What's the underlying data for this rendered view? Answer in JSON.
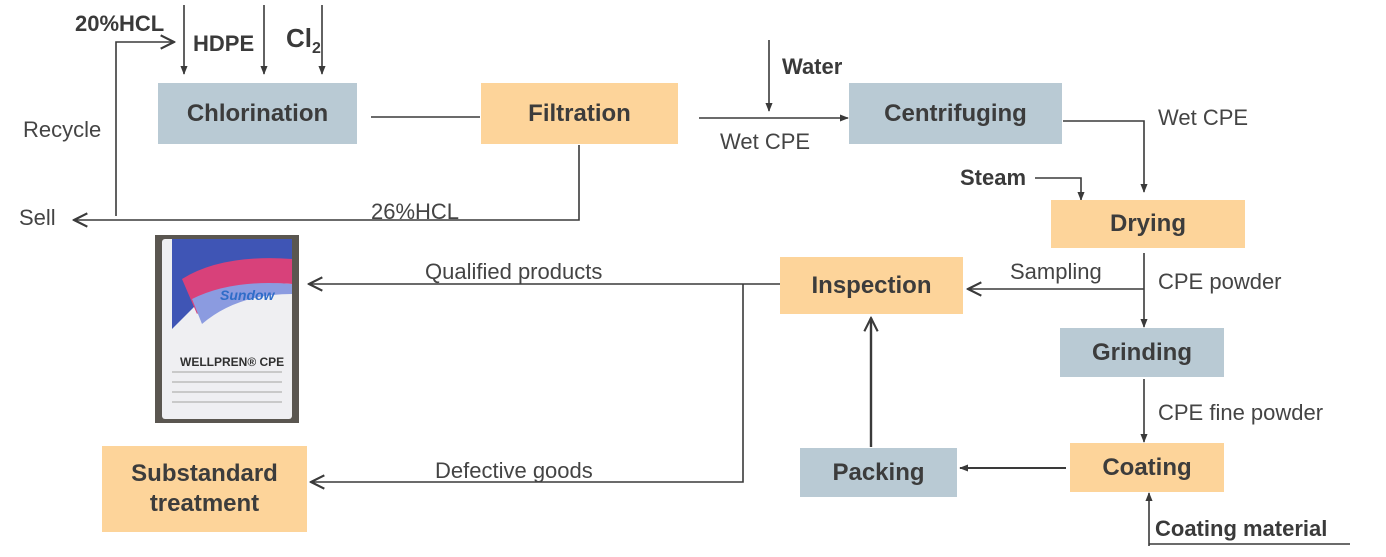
{
  "process": {
    "chlorination": "Chlorination",
    "filtration": "Filtration",
    "centrifuging": "Centrifuging",
    "drying": "Drying",
    "inspection": "Inspection",
    "grinding": "Grinding",
    "coating": "Coating",
    "packing": "Packing",
    "substandard_line1": "Substandard",
    "substandard_line2": "treatment"
  },
  "inputs": {
    "hcl20": "20%HCL",
    "hdpe": "HDPE",
    "cl2_base": "Cl",
    "cl2_sub": "2",
    "water": "Water",
    "steam": "Steam",
    "coating_material": "Coating material"
  },
  "flows": {
    "recycle": "Recycle",
    "sell": "Sell",
    "hcl26": "26%HCL",
    "wet_cpe_1": "Wet CPE",
    "wet_cpe_2": "Wet CPE",
    "sampling": "Sampling",
    "cpe_powder": "CPE powder",
    "cpe_fine_powder": "CPE fine powder",
    "qualified": "Qualified products",
    "defective": "Defective goods"
  },
  "product_bag": {
    "brand": "Sundow",
    "name": "WELLPREN® CPE"
  },
  "colors": {
    "process_orange": "#fdd49a",
    "process_gray": "#b9cad4",
    "line": "#3a3a3a"
  }
}
